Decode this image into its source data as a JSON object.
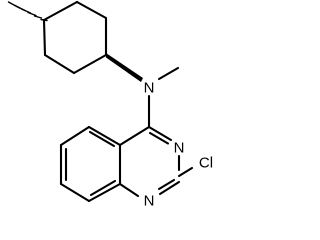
{
  "molecule": {
    "atom_labels": {
      "amine_n": "N",
      "ring_n_top": "N",
      "ring_n_bottom": "N",
      "chlorine": "Cl"
    },
    "stereo": {
      "methyl_bond": "hashed-wedge",
      "amine_bond": "solid-wedge"
    },
    "colors": {
      "bond": "#000000",
      "label": "#000000",
      "background": "#ffffff"
    }
  }
}
